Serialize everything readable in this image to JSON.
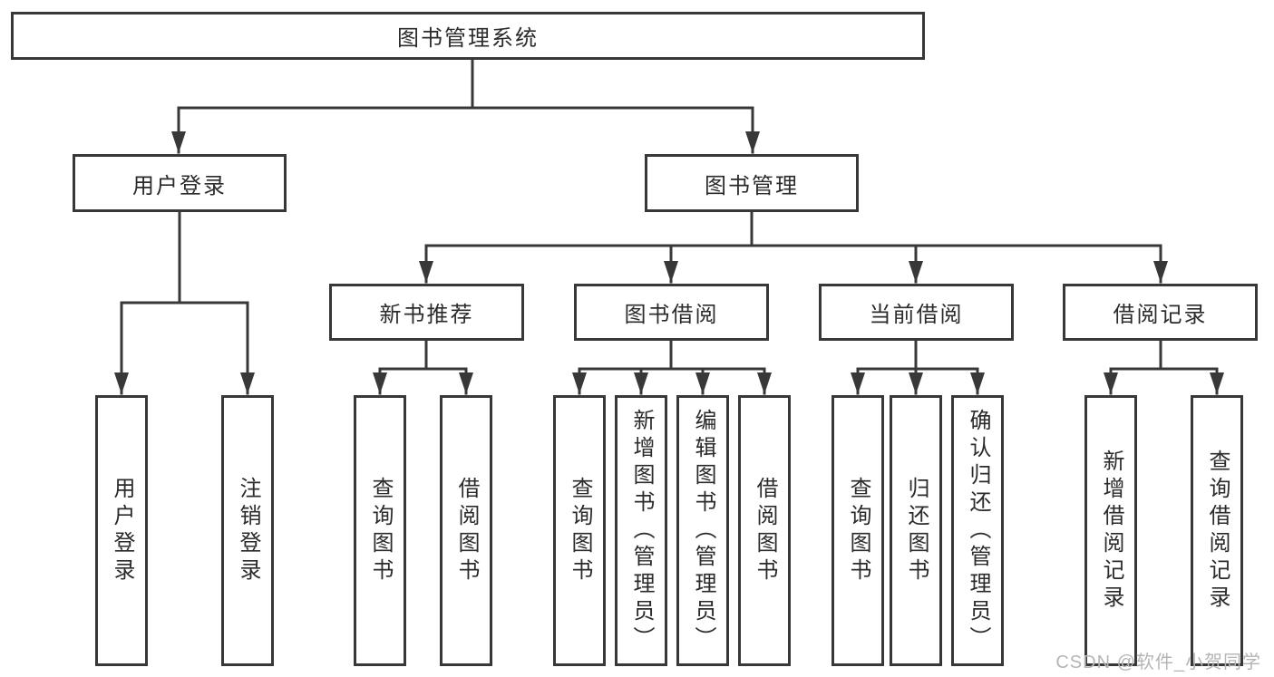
{
  "diagram": {
    "title_node": {
      "label": "图书管理系统"
    },
    "level2": [
      {
        "label": "用户登录"
      },
      {
        "label": "图书管理"
      }
    ],
    "level3": [
      {
        "label": "新书推荐"
      },
      {
        "label": "图书借阅"
      },
      {
        "label": "当前借阅"
      },
      {
        "label": "借阅记录"
      }
    ],
    "leaves": {
      "user_login": [
        {
          "label": "用户登录"
        },
        {
          "label": "注销登录"
        }
      ],
      "new_book": [
        {
          "label": "查询图书"
        },
        {
          "label": "借阅图书"
        }
      ],
      "book_borrow": [
        {
          "label": "查询图书"
        },
        {
          "label": "新增图书（管理员）"
        },
        {
          "label": "编辑图书（管理员）"
        },
        {
          "label": "借阅图书"
        }
      ],
      "current_borrow": [
        {
          "label": "查询图书"
        },
        {
          "label": "归还图书"
        },
        {
          "label": "确认归还（管理员）"
        }
      ],
      "borrow_records": [
        {
          "label": "新增借阅记录"
        },
        {
          "label": "查询借阅记录"
        }
      ]
    }
  },
  "watermark": {
    "text": "CSDN @软件_小贺同学"
  },
  "colors": {
    "line": "#383838",
    "box_border": "#383838",
    "text": "#2b2b2b",
    "watermark": "#b5b5b5",
    "background": "#ffffff"
  }
}
